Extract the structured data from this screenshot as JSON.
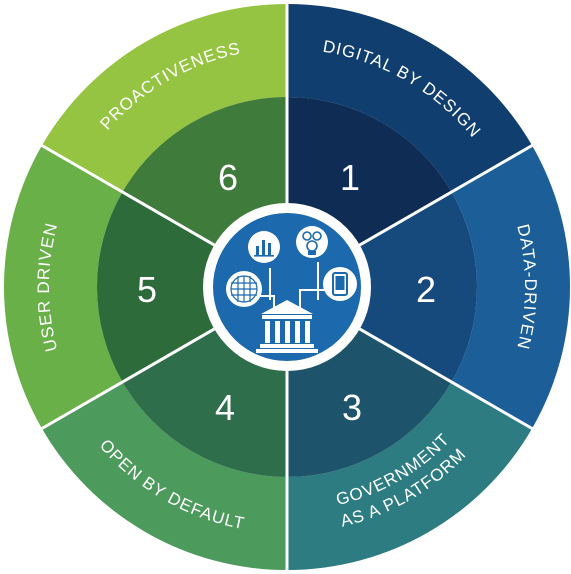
{
  "segments": [
    {
      "number": "1",
      "label": "DIGITAL BY DESIGN",
      "outer_color": "#103e6e",
      "inner_color": "#0e2c54"
    },
    {
      "number": "2",
      "label": "DATA-DRIVEN",
      "outer_color": "#1c5f98",
      "inner_color": "#174a7c"
    },
    {
      "number": "3",
      "label": "GOVERNMENT AS A PLATFORM",
      "outer_color": "#2c7c82",
      "inner_color": "#1d546b"
    },
    {
      "number": "4",
      "label": "OPEN BY DEFAULT",
      "outer_color": "#4c9a5c",
      "inner_color": "#2f6e4b"
    },
    {
      "number": "5",
      "label": "USER DRIVEN",
      "outer_color": "#69b049",
      "inner_color": "#2e6b3a"
    },
    {
      "number": "6",
      "label": "PROACTIVENESS",
      "outer_color": "#95c442",
      "inner_color": "#3f7b3a"
    }
  ],
  "hub": {
    "icons": [
      "bar-chart-icon",
      "people-icon",
      "grid-globe-icon",
      "mobile-phone-icon",
      "government-building-icon"
    ],
    "fill_color": "#1c69ad",
    "ring_color": "#ffffff"
  }
}
